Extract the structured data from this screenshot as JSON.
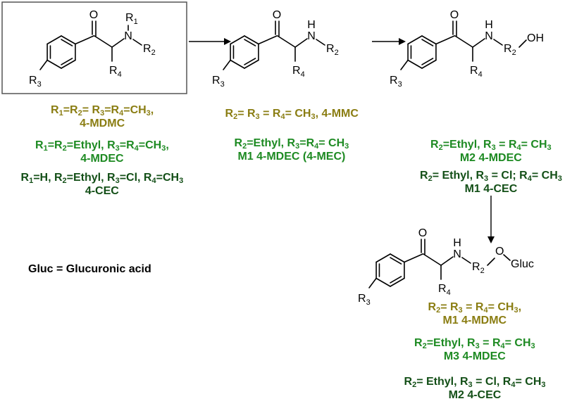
{
  "colors": {
    "olive": "#8a7d12",
    "green": "#1d8a22",
    "darkgreen": "#134f17",
    "blue": "#1414c8",
    "black": "#000000",
    "box": "#555555"
  },
  "atoms": {
    "o": "O",
    "n": "N",
    "h": "H",
    "r": "R",
    "oh": "OH",
    "gluc": "Gluc",
    "n1": "1",
    "n2": "2",
    "n3": "3",
    "n4": "4"
  },
  "structures": [
    {
      "id": "parent",
      "nh": false,
      "tail": "none"
    },
    {
      "id": "dealkylated",
      "nh": true,
      "tail": "none"
    },
    {
      "id": "hydroxylated",
      "nh": true,
      "tail": "oh"
    },
    {
      "id": "glucuronide",
      "nh": true,
      "tail": "gluc"
    }
  ],
  "legend": "Gluc = Glucuronic acid",
  "captions": {
    "parent": [
      {
        "color": "olive",
        "line1": "R₁=R₂= R₃=R₄=CH₃,",
        "line2": "4-MDMC"
      },
      {
        "color": "green",
        "line1": "R₁=R₂=Ethyl, R₃=R₄=CH₃,",
        "line2": "4-MDEC"
      },
      {
        "color": "darkgreen",
        "line1": "R₁=H, R₂=Ethyl, R₃=Cl, R₄=CH₃",
        "line2": "4-CEC"
      }
    ],
    "dealkylated": [
      {
        "color": "olive",
        "line1": "R₂= R₃ = R₄= CH₃, 4-MMC",
        "line2": ""
      },
      {
        "color": "green",
        "line1": "R₂=Ethyl,  R₃=R₄= CH₃",
        "line2": "M1 4-MDEC (4-MEC)"
      }
    ],
    "hydroxylated": [
      {
        "color": "green",
        "line1": "R₂=Ethyl,  R₃ = R₄= CH₃",
        "line2": "M2 4-MDEC"
      },
      {
        "color": "darkgreen",
        "line1": "R₂= Ethyl, R₃ = Cl; R₄= CH₃",
        "line2": "M1 4-CEC"
      }
    ],
    "glucuronide": [
      {
        "color": "olive",
        "line1": "R₂= R₃ = R₄= CH₃,",
        "line2": "M1 4-MDMC"
      },
      {
        "color": "green",
        "line1": "R₂=Ethyl, R₃ = R₄= CH₃",
        "line2": "M3 4-MDEC"
      },
      {
        "color": "darkgreen",
        "line1": "R₂= Ethyl, R₃ = Cl, R₄= CH₃",
        "line2": "M2 4-CEC"
      }
    ]
  }
}
